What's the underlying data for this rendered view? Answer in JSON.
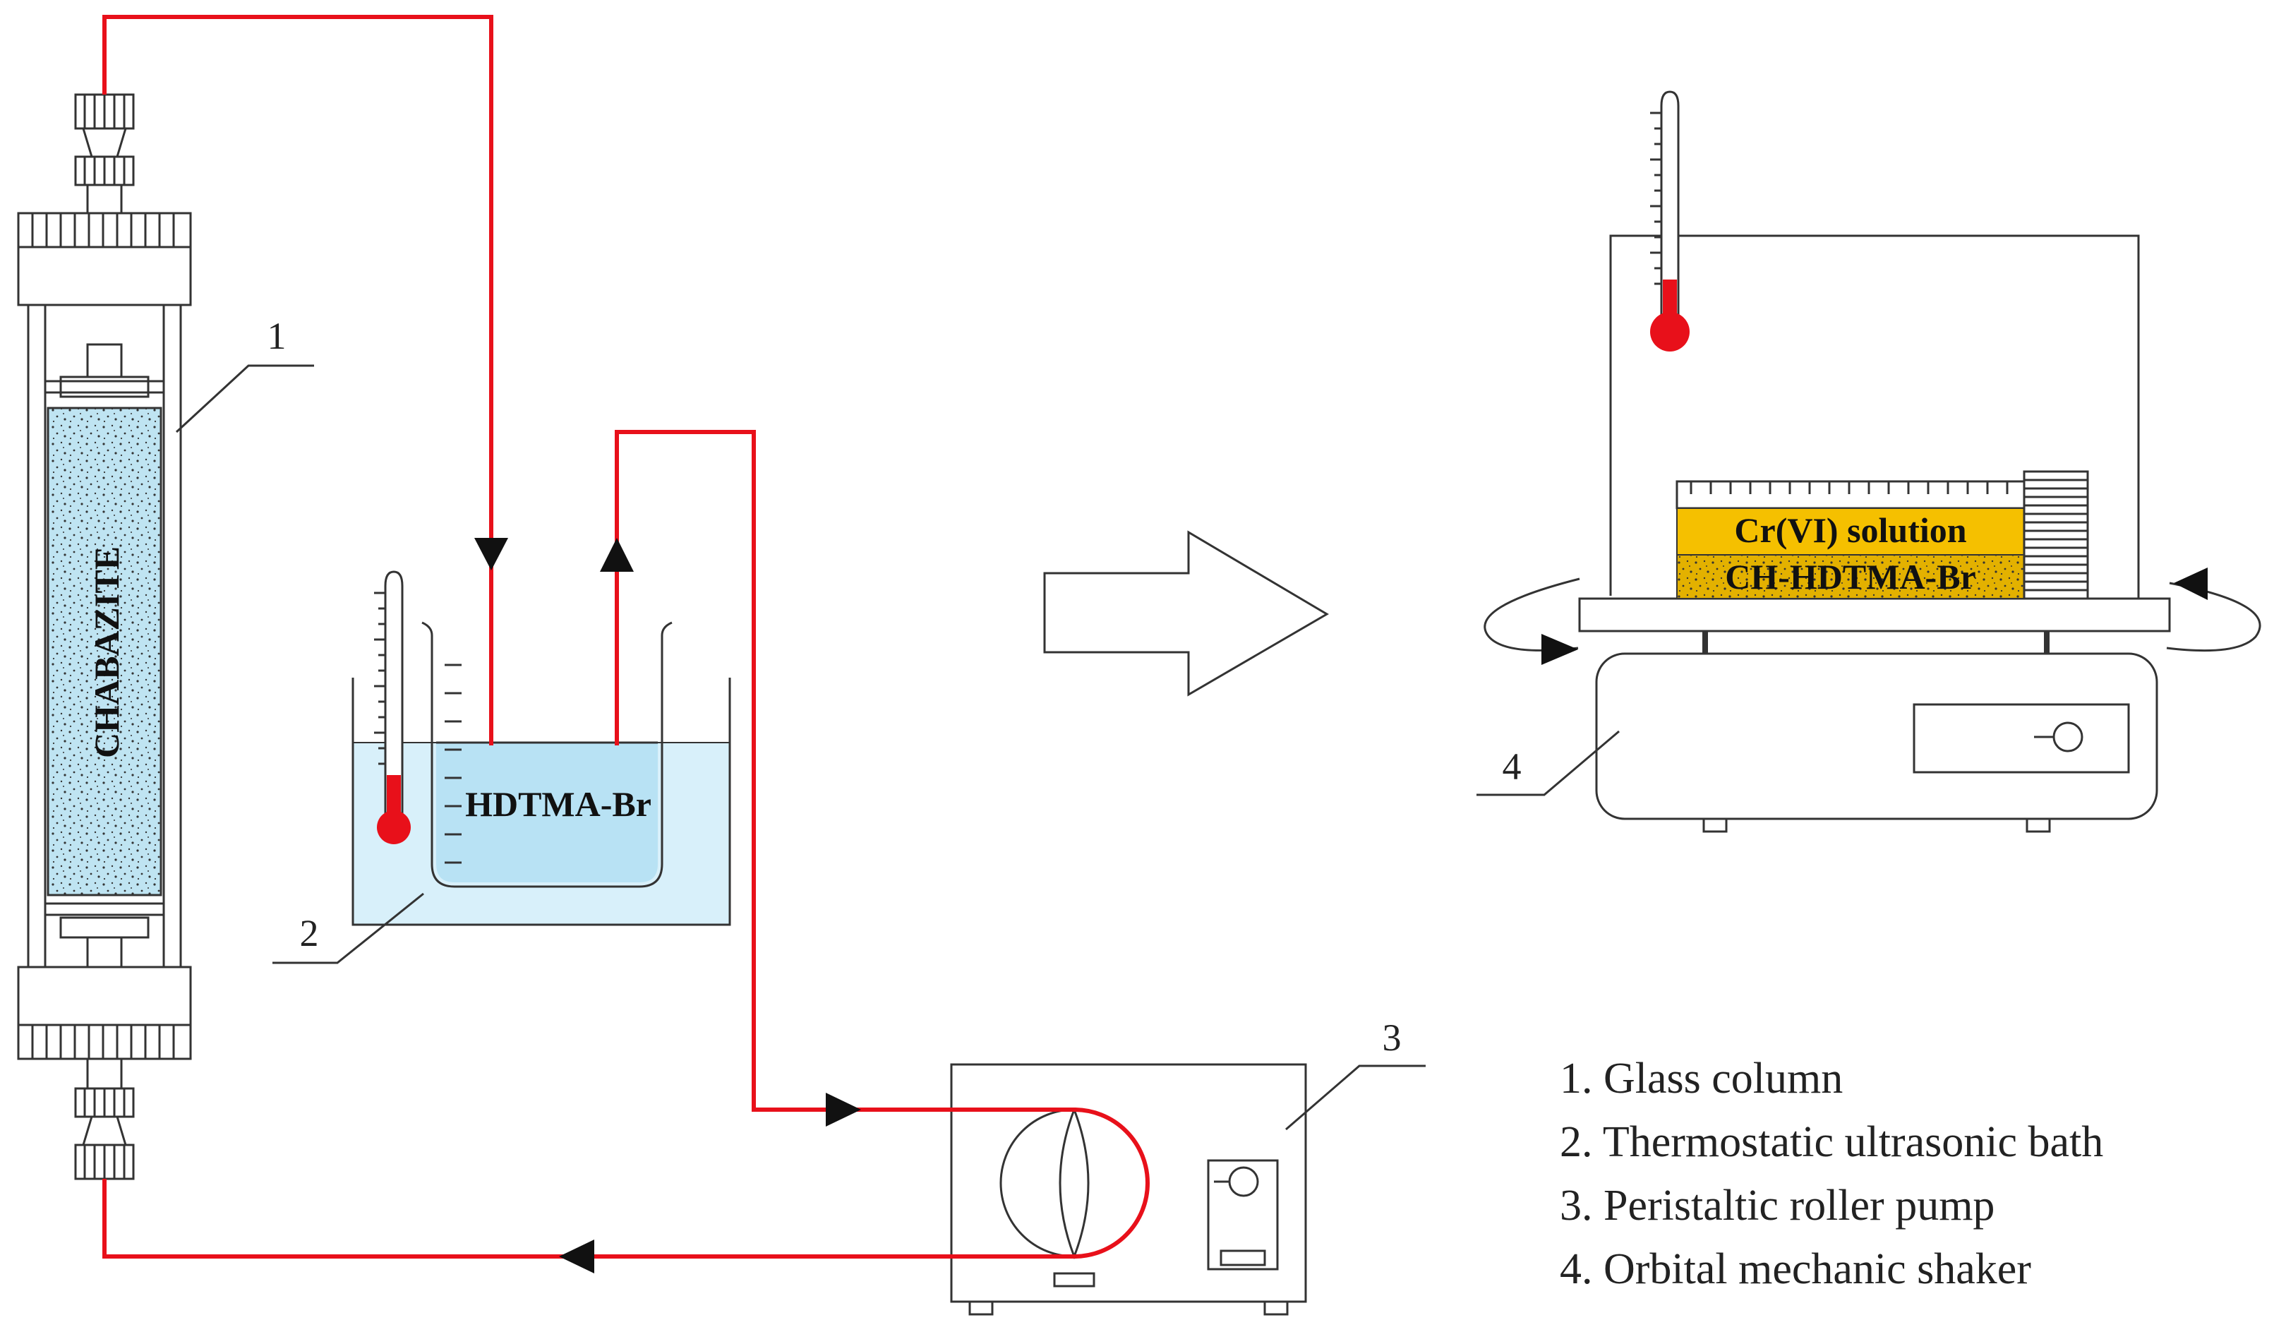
{
  "labels": {
    "chabazite": "CHABAZITE",
    "hdtma_br": "HDTMA-Br",
    "cr_solution": "Cr(VI) solution",
    "ch_hdtma_br": "CH-HDTMA-Br",
    "callout_1": "1",
    "callout_2": "2",
    "callout_3": "3",
    "callout_4": "4"
  },
  "legend": [
    "1. Glass column",
    "2. Thermostatic ultrasonic bath",
    "3. Peristaltic roller pump",
    "4. Orbital mechanic shaker"
  ],
  "colors": {
    "tubing": "#e8101a",
    "column_fill": "#bfe4f2",
    "bath_water": "#d8f0fa",
    "beaker_liquid": "#b8e2f4",
    "solution": "#f5c000",
    "sediment": "#e3b100",
    "thermometer_bulb": "#e8101a"
  }
}
